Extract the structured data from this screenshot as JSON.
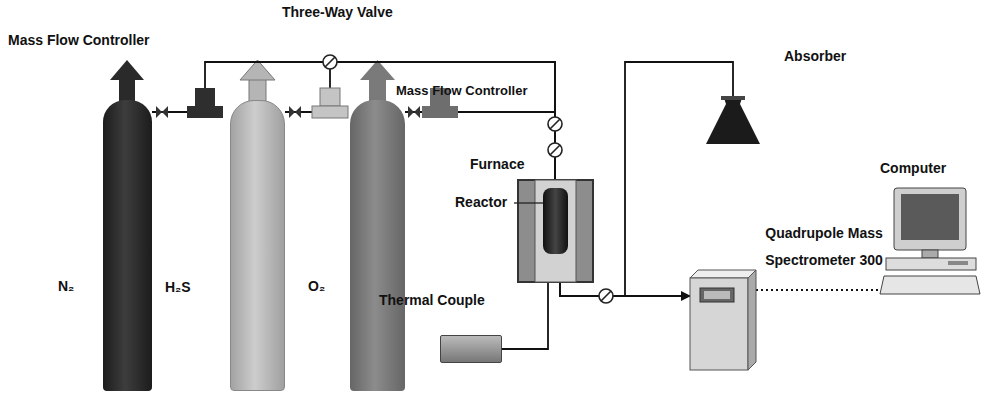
{
  "diagram": {
    "nodes": [
      {
        "text": [
          "N₂"
        ]
      },
      {
        "text": [
          "H₂S"
        ]
      },
      {
        "text": [
          "O₂"
        ]
      },
      {
        "text": [
          "Furnace"
        ]
      },
      {
        "text": [
          "Reactor"
        ],
        "in": 3
      },
      {
        "text": [
          "Thermal Couple"
        ]
      },
      {
        "text": [
          "Absorber"
        ]
      },
      {
        "text": [
          "Quadrupole Mass Spectrometer 300"
        ]
      },
      {
        "text": [
          "Computer"
        ]
      }
    ],
    "edges": [
      {
        "from": 0,
        "to": 4,
        "arrow": "none"
      },
      {
        "from": 1,
        "to": 4,
        "arrow": "none"
      },
      {
        "from": 2,
        "to": 4,
        "arrow": "none"
      },
      {
        "from": 4,
        "to": 7,
        "arrow": "to"
      },
      {
        "from": 4,
        "to": 6,
        "arrow": "none"
      },
      {
        "from": 5,
        "to": 3,
        "arrow": "none"
      },
      {
        "from": 7,
        "to": 8,
        "arrow": "none"
      }
    ],
    "labels": [
      "Three-Way Valve",
      "Mass Flow Controller",
      "Mass Flow Controller"
    ]
  }
}
